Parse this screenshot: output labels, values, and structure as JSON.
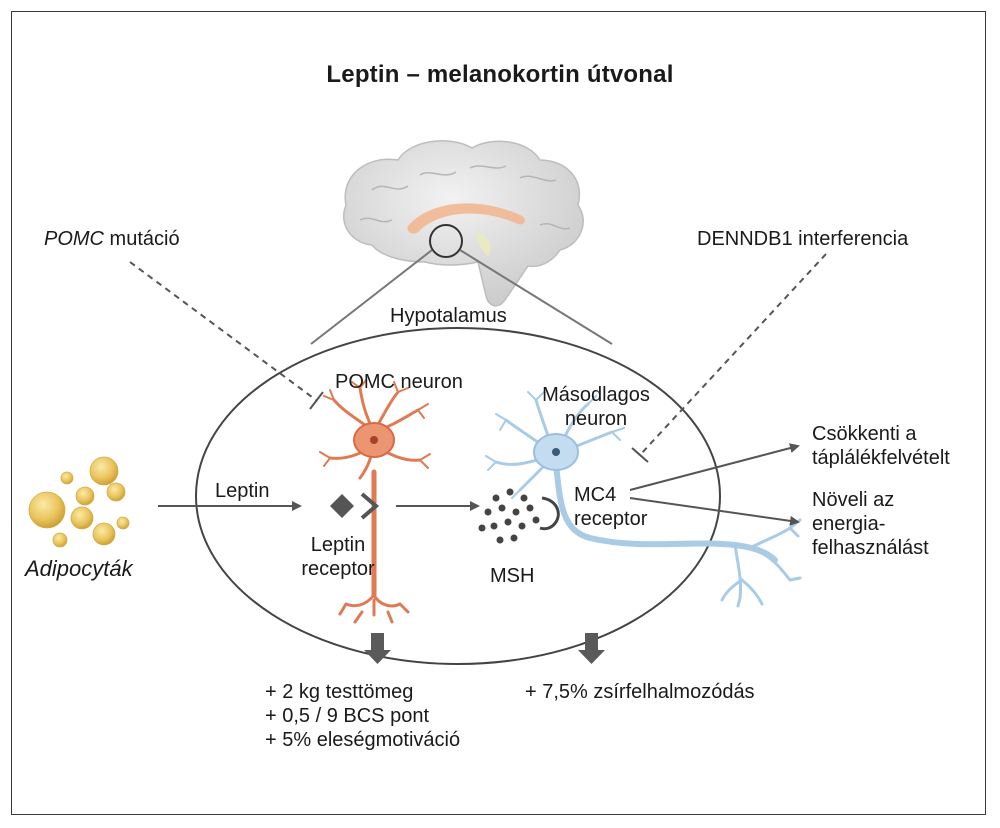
{
  "title": "Leptin – melanokortin útvonal",
  "labels": {
    "pomc_mutation_italic": "POMC",
    "pomc_mutation_rest": " mutáció",
    "dennd_interference": "DENNDB1 interferencia",
    "hypothalamus": "Hypotalamus",
    "pomc_neuron": "POMC neuron",
    "secondary_neuron_line1": "Másodlagos",
    "secondary_neuron_line2": "neuron",
    "leptin": "Leptin",
    "leptin_receptor_line1": "Leptin",
    "leptin_receptor_line2": "receptor",
    "msh": "MSH",
    "mc4_line1": "MC4",
    "mc4_line2": "receptor",
    "adipocytes": "Adipocyták",
    "decreases_line1": "Csökkenti a",
    "decreases_line2": "táplálékfelvételt",
    "increases_line1": "Növeli az",
    "increases_line2": "energia-",
    "increases_line3": "felhasználást"
  },
  "outcomes_left": [
    "+ 2 kg testtömeg",
    "+ 0,5 / 9 BCS pont",
    "+ 5% eleségmotiváció"
  ],
  "outcomes_right": [
    "+ 7,5% zsírfelhalmozódás"
  ],
  "colors": {
    "pomc_neuron": "#e07a52",
    "secondary_neuron": "#a9cbe6",
    "adipocyte": "#e8c25a",
    "line": "#555555",
    "dark_arrow": "#5a5a5a",
    "brain": "#d9d9d9",
    "brain_highlight": "#f2b48c"
  }
}
